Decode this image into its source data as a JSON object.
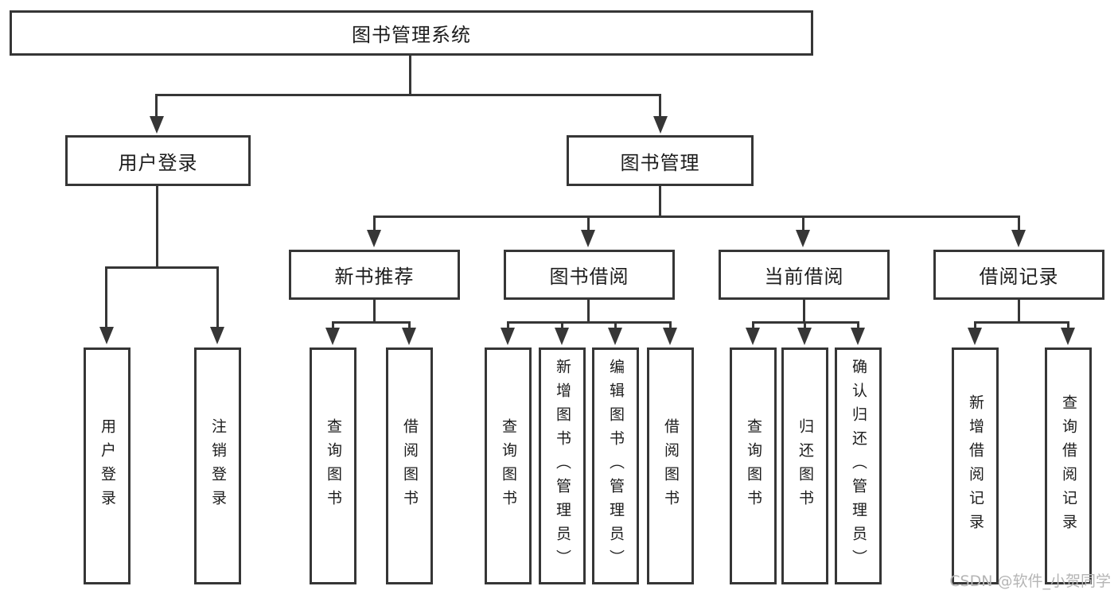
{
  "diagram": {
    "title": "图书管理系统",
    "level2": {
      "user_login": "用户登录",
      "book_mgmt": "图书管理"
    },
    "level3": {
      "new_books": "新书推荐",
      "borrow": "图书借阅",
      "current": "当前借阅",
      "history": "借阅记录"
    },
    "leaves": {
      "user_login": "用户登录",
      "logout": "注销登录",
      "nb_query": "查询图书",
      "nb_borrow": "借阅图书",
      "bw_query": "查询图书",
      "bw_add": "新增图书（管理员）",
      "bw_edit": "编辑图书（管理员）",
      "bw_borrow": "借阅图书",
      "cur_query": "查询图书",
      "cur_return": "归还图书",
      "cur_confirm": "确认归还（管理员）",
      "his_add": "新增借阅记录",
      "his_query": "查询借阅记录"
    }
  },
  "watermark": "CSDN @软件_小贺同学",
  "colors": {
    "line": "#363636",
    "text": "#1c1c1c",
    "watermark": "#b5b5b5",
    "background": "#ffffff"
  }
}
